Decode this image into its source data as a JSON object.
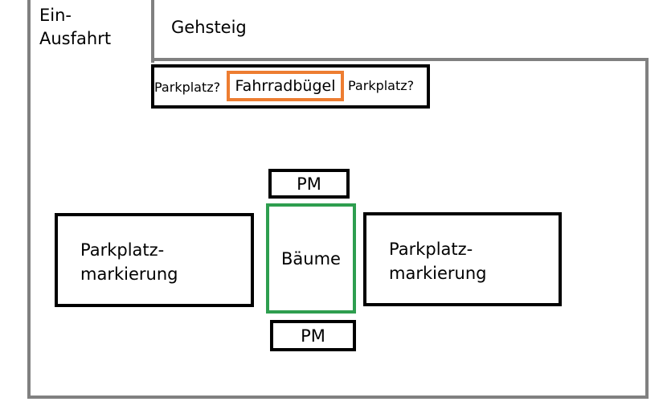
{
  "labels": {
    "driveway": "Ein-\nAusfahrt",
    "sidewalk": "Gehsteig",
    "parking_left": "Parkplatz?",
    "bike_rack": "Fahrradbügel",
    "parking_right": "Parkplatz?",
    "pm_top": "PM",
    "trees": "Bäume",
    "pm_bottom": "PM",
    "marking_left": "Parkplatz-\nmarkierung",
    "marking_right": "Parkplatz-\nmarkierung"
  },
  "colors": {
    "lot_outline": "#808080",
    "bike_rack_outline": "#ED7D31",
    "trees_outline": "#2E9E4F",
    "object_outline": "#000000"
  }
}
